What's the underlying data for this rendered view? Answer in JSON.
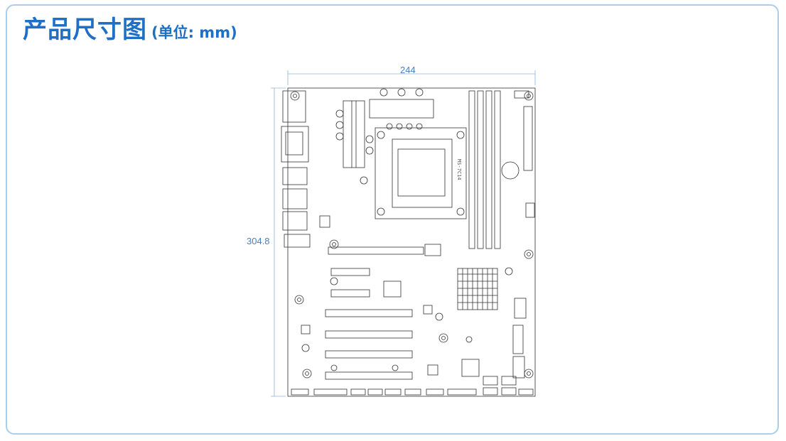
{
  "header": {
    "title": "产品尺寸图",
    "unit_label": "(单位: mm)"
  },
  "dimensions": {
    "width_label": "244",
    "height_label": "304.8"
  },
  "colors": {
    "accent": "#1f6fc4",
    "border": "#a9cdea",
    "dimension": "#4a7fc0",
    "drawing_line": "#333333"
  }
}
